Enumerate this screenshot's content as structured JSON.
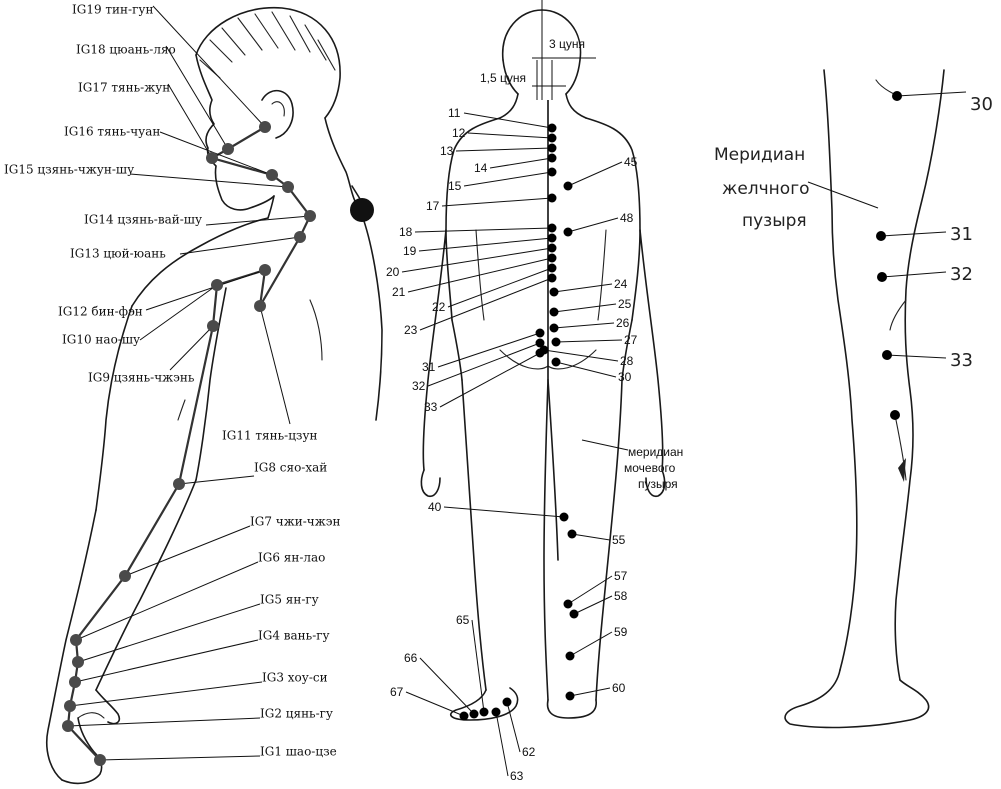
{
  "colors": {
    "point_grey": "#4a4a4a",
    "point_black": "#000000",
    "line": "#111111"
  },
  "figure_a": {
    "labels": [
      "IG19 тин-гун",
      "IG18 цюань-ляо",
      "IG17 тянь-жун",
      "IG16 тянь-чуан",
      "IG15 цзянь-чжун-шу",
      "IG14 цзянь-вай-шу",
      "IG13 цюй-юань",
      "IG12 бин-фэн",
      "IG10 нао-шу",
      "IG9 цзянь-чжэнь",
      "IG11 тянь-цзун",
      "IG8 сяо-хай",
      "IG7 чжи-чжэн",
      "IG6 ян-лао",
      "IG5 ян-гу",
      "IG4 вань-гу",
      "IG3 хоу-си",
      "IG2 цянь-гу",
      "IG1 шао-цзе"
    ]
  },
  "figure_b": {
    "measure_3": "3 цуня",
    "measure_15": "1,5 цуня",
    "meridian_label": [
      "меридиан",
      "мочевого",
      "пузыря"
    ],
    "numbers": [
      "11",
      "12",
      "13",
      "14",
      "15",
      "17",
      "18",
      "19",
      "20",
      "21",
      "22",
      "23",
      "31",
      "32",
      "33",
      "45",
      "48",
      "24",
      "25",
      "26",
      "27",
      "28",
      "30",
      "40",
      "55",
      "57",
      "58",
      "59",
      "60",
      "65",
      "66",
      "67",
      "62",
      "63"
    ]
  },
  "figure_c": {
    "title": [
      "Меридиан",
      "желчного",
      "пузыря"
    ],
    "numbers": [
      "30",
      "31",
      "32",
      "33"
    ]
  }
}
